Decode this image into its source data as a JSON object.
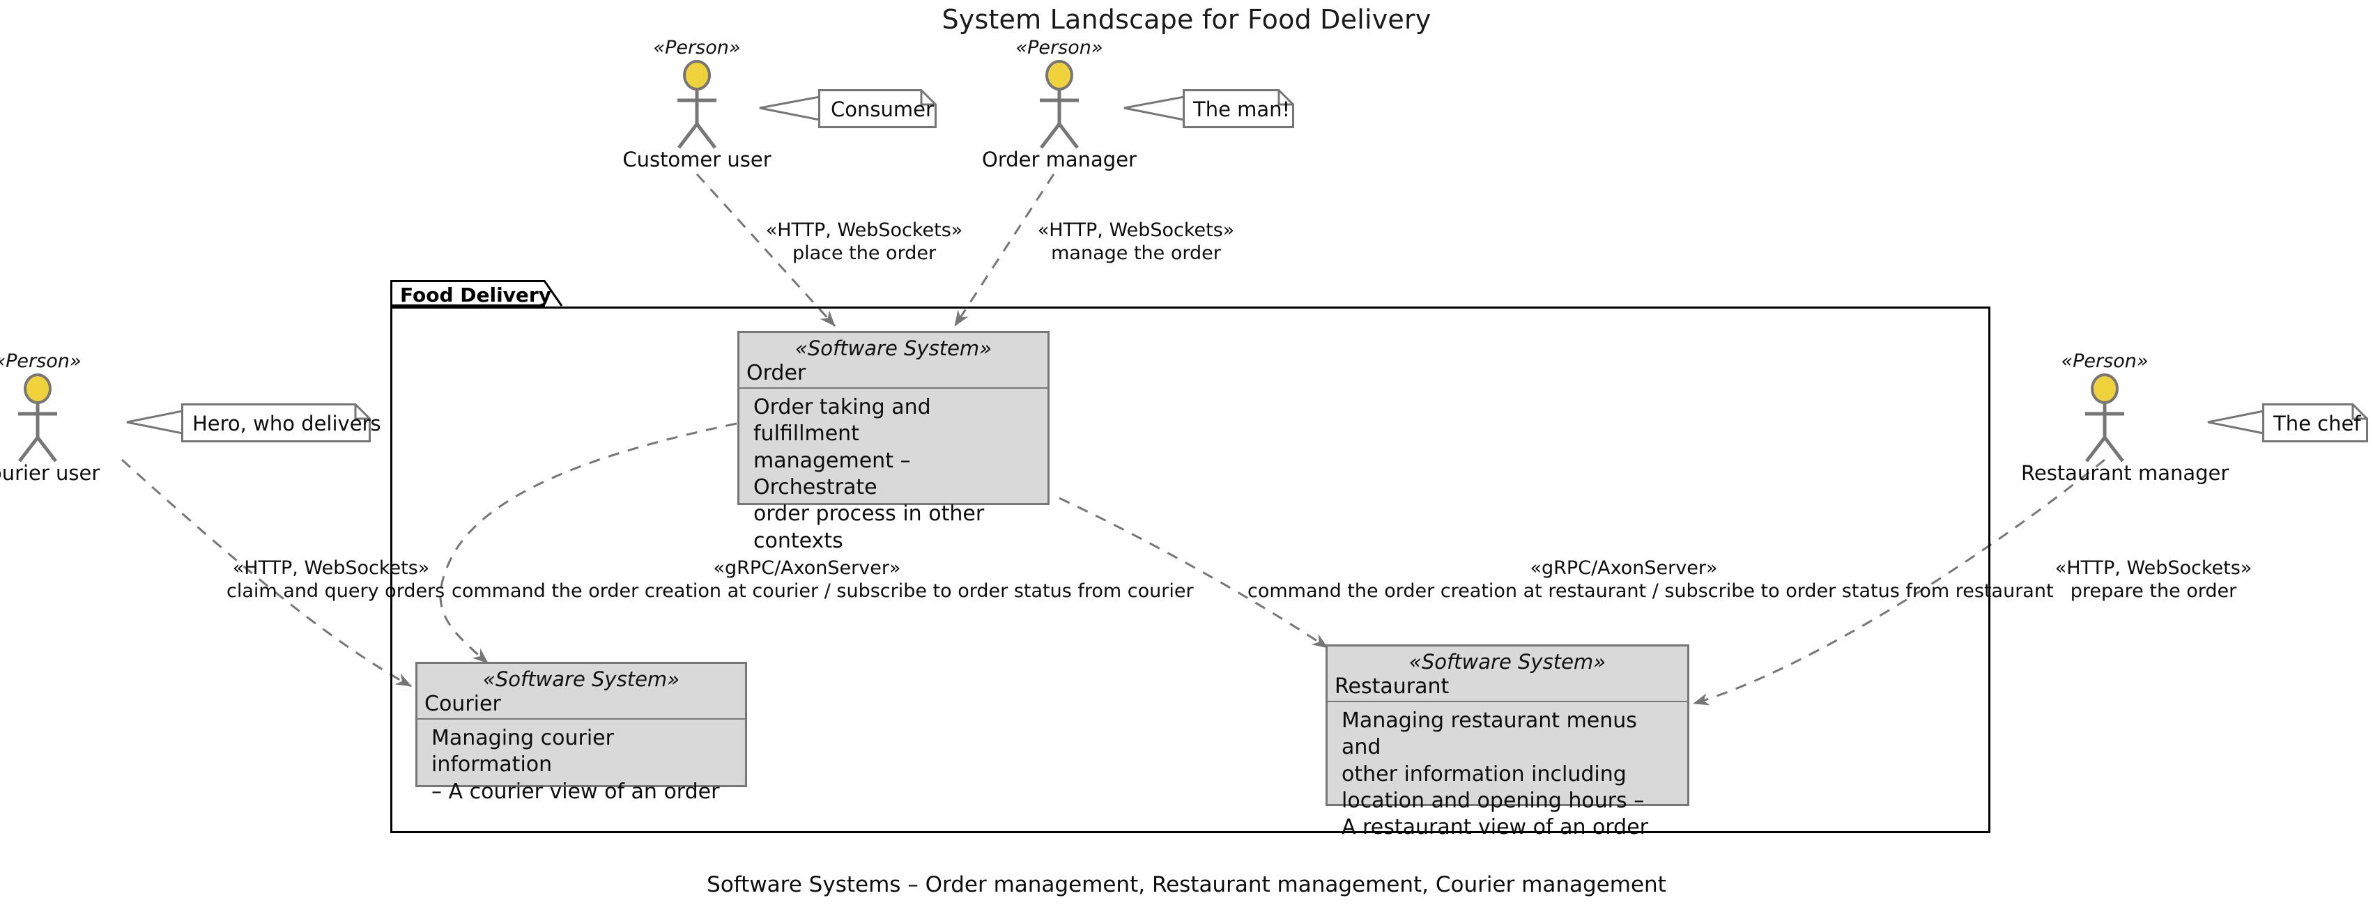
{
  "title": "System Landscape for Food Delivery",
  "caption": "Software Systems – Order management, Restaurant management, Courier management",
  "colors": {
    "actor_head_fill": "#efd23c",
    "actor_stroke": "#767676",
    "system_fill": "#d9d9d9",
    "system_border": "#767676",
    "boundary_border": "#000000",
    "note_border": "#767676",
    "connector": "#767676",
    "text": "#0d0d0d"
  },
  "boundary": {
    "label": "Food Delivery"
  },
  "actors": [
    {
      "id": "customer-user",
      "stereotype": "«Person»",
      "name": "Customer user"
    },
    {
      "id": "order-manager",
      "stereotype": "«Person»",
      "name": "Order manager"
    },
    {
      "id": "courier-user",
      "stereotype": "«Person»",
      "name": "Courier user"
    },
    {
      "id": "restaurant-manager",
      "stereotype": "«Person»",
      "name": "Restaurant manager"
    }
  ],
  "notes": [
    {
      "id": "note-consumer",
      "text": "Consumer",
      "attached_to": "Customer user"
    },
    {
      "id": "note-the-man",
      "text": "The man!",
      "attached_to": "Order manager"
    },
    {
      "id": "note-hero",
      "text": "Hero, who delivers",
      "attached_to": "Courier user"
    },
    {
      "id": "note-the-chef",
      "text": "The chef",
      "attached_to": "Restaurant manager"
    }
  ],
  "systems": [
    {
      "id": "order",
      "stereotype": "«Software System»",
      "name": "Order",
      "description": "Order taking and fulfillment\nmanagement – Orchestrate\norder process in other\ncontexts"
    },
    {
      "id": "courier",
      "stereotype": "«Software System»",
      "name": "Courier",
      "description": "Managing courier information\n– A courier view of an order"
    },
    {
      "id": "restaurant",
      "stereotype": "«Software System»",
      "name": "Restaurant",
      "description": "Managing restaurant menus and\nother information including\nlocation and opening hours –\nA restaurant view of an order"
    }
  ],
  "connections": [
    {
      "id": "customer-to-order",
      "from": "Customer user",
      "to": "Order",
      "stereotype": "«HTTP, WebSockets»",
      "description": "place the order"
    },
    {
      "id": "manager-to-order",
      "from": "Order manager",
      "to": "Order",
      "stereotype": "«HTTP, WebSockets»",
      "description": "manage the order"
    },
    {
      "id": "courier-user-to-courier",
      "from": "Courier user",
      "to": "Courier",
      "stereotype": "«HTTP, WebSockets»",
      "description": "claim and query orders"
    },
    {
      "id": "order-to-courier",
      "from": "Order",
      "to": "Courier",
      "stereotype": "«gRPC/AxonServer»",
      "description": "command the order creation at courier / subscribe to order status from courier"
    },
    {
      "id": "order-to-restaurant",
      "from": "Order",
      "to": "Restaurant",
      "stereotype": "«gRPC/AxonServer»",
      "description": "command the order creation at restaurant / subscribe to order status from restaurant"
    },
    {
      "id": "restaurant-manager-to-restaurant",
      "from": "Restaurant manager",
      "to": "Restaurant",
      "stereotype": "«HTTP, WebSockets»",
      "description": "prepare the order"
    }
  ]
}
